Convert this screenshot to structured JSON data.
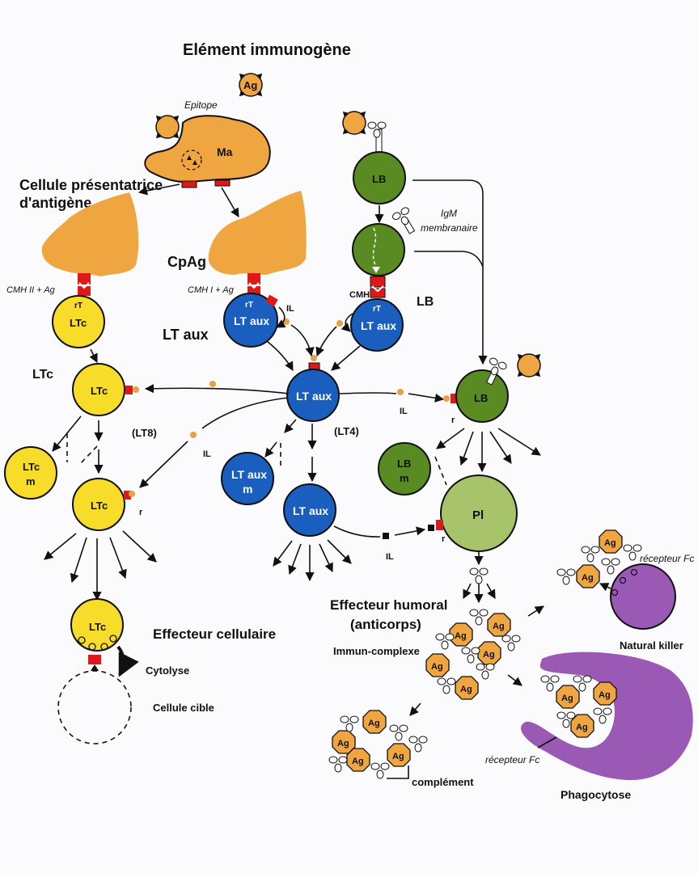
{
  "colors": {
    "antigen": "#f0a640",
    "ltc": "#f7dc2a",
    "lt_aux": "#1a5fc0",
    "lb": "#5a8a22",
    "plasmocyte": "#a8c46a",
    "receptor": "#e01818",
    "nk": "#9b59b6",
    "il": "#e8a040"
  },
  "title": "Elément immunogène",
  "labels": {
    "ag": "Ag",
    "epitope": "Epitope",
    "ma": "Ma",
    "apc": "Cellule présentatrice",
    "apc2": "d'antigène",
    "cpag": "CpAg",
    "cmh2": "CMH II + Ag",
    "cmh1": "CMH I + Ag",
    "cmh": "CMH",
    "rt": "rT",
    "il": "IL",
    "r": "r",
    "igm1": "IgM",
    "igm2": "membranaire",
    "lb_side": "LB",
    "lt_aux_side": "LT aux",
    "ltc_side": "LTc",
    "lt8": "(LT8)",
    "lt4": "(LT4)",
    "effecteur_cell": "Effecteur cellulaire",
    "cytolyse": "Cytolyse",
    "cellule_cible": "Cellule cible",
    "effecteur_hum1": "Effecteur humoral",
    "effecteur_hum2": "(anticorps)",
    "immun_complexe": "Immun-complexe",
    "complement": "complément",
    "recepteur_fc": "récepteur Fc",
    "natural_killer": "Natural killer",
    "phagocytose": "Phagocytose"
  },
  "cells": {
    "ltc": "LTc",
    "ltc_m1": "LTc",
    "ltc_m2": "m",
    "lt_aux": "LT aux",
    "lt_aux_m1": "LT aux",
    "lt_aux_m2": "m",
    "lb": "LB",
    "lb_m1": "LB",
    "lb_m2": "m",
    "pl": "Pl"
  }
}
